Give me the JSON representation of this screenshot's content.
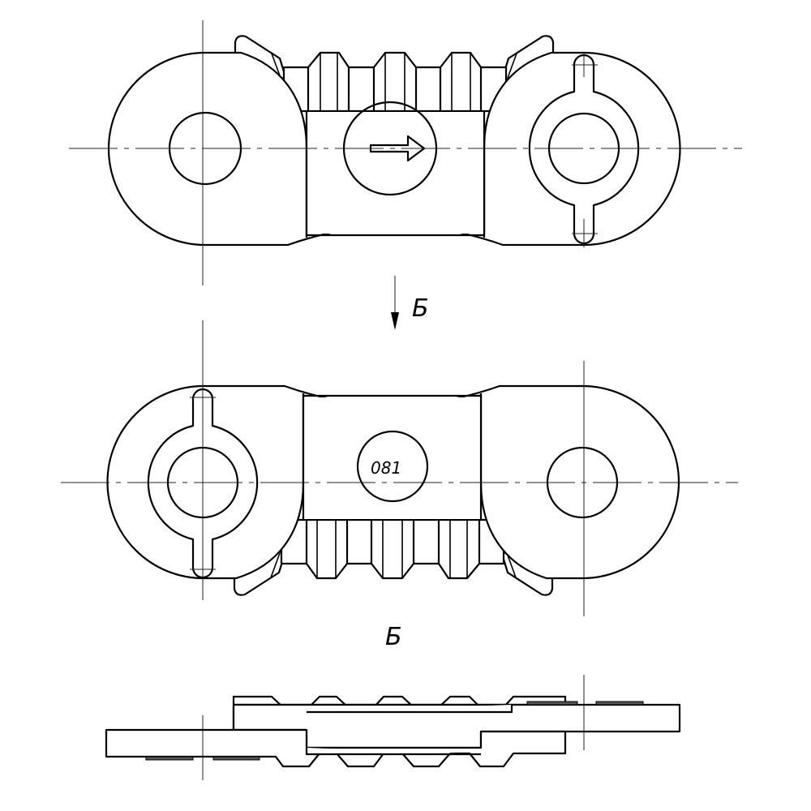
{
  "drawing": {
    "view_arrow_label": "Б",
    "view_label": "Б",
    "part_mark": "081"
  },
  "colors": {
    "line": "#000000",
    "background": "#ffffff"
  }
}
